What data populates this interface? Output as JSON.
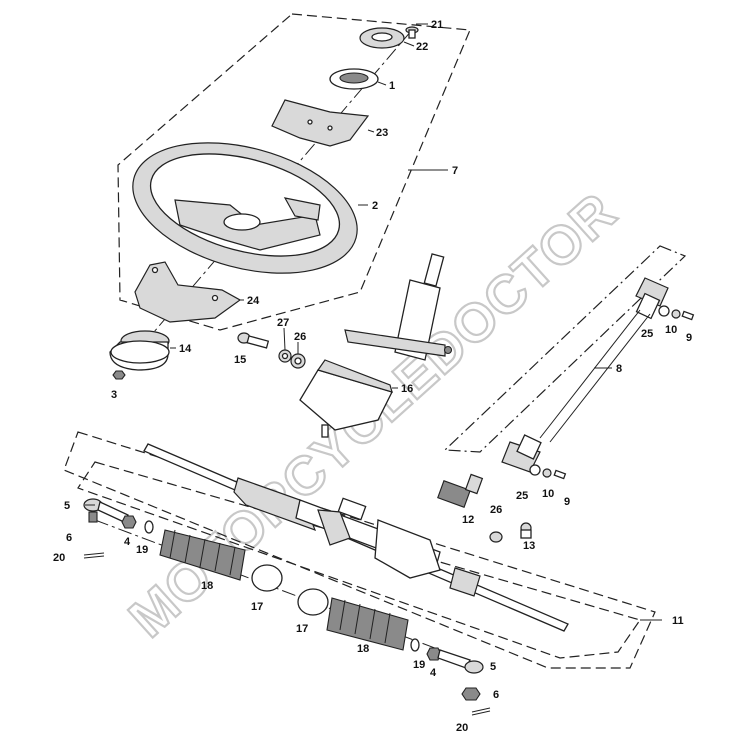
{
  "watermark": "MOTORCYCLEDOCTOR",
  "callouts": {
    "c1": "1",
    "c2": "2",
    "c3": "3",
    "c4a": "4",
    "c4b": "4",
    "c5a": "5",
    "c5b": "5",
    "c6a": "6",
    "c6b": "6",
    "c7": "7",
    "c8": "8",
    "c9a": "9",
    "c9b": "9",
    "c10a": "10",
    "c10b": "10",
    "c11": "11",
    "c12": "12",
    "c13": "13",
    "c14": "14",
    "c15": "15",
    "c16": "16",
    "c17a": "17",
    "c17b": "17",
    "c18a": "18",
    "c18b": "18",
    "c19a": "19",
    "c19b": "19",
    "c20a": "20",
    "c20b": "20",
    "c21": "21",
    "c22": "22",
    "c23": "23",
    "c24": "24",
    "c25a": "25",
    "c25b": "25",
    "c26a": "26",
    "c26b": "26",
    "c27": "27"
  }
}
